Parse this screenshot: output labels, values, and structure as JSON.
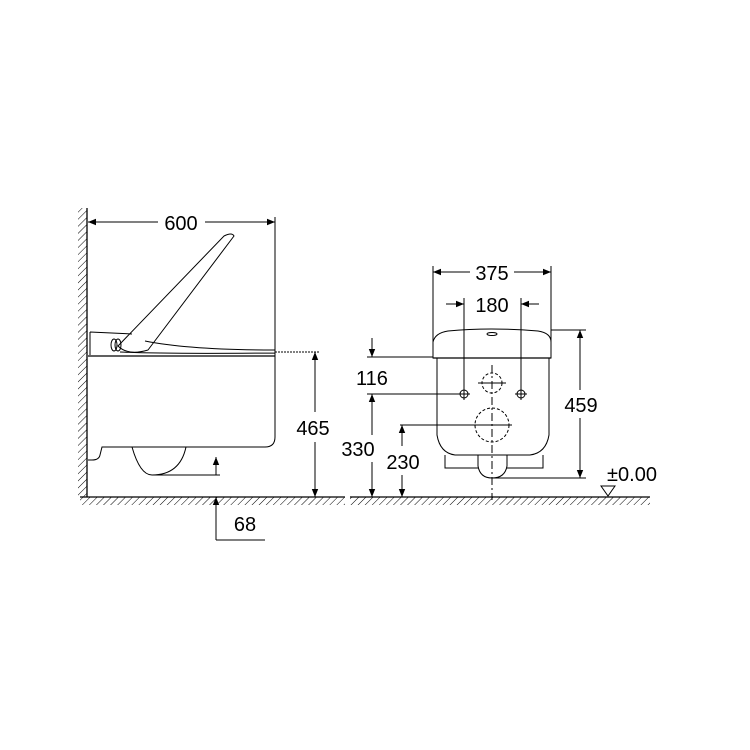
{
  "side_view": {
    "depth": "600",
    "seat_height": "465",
    "outlet_height": "68"
  },
  "front_view": {
    "width": "375",
    "fixing_spacing": "180",
    "fixing_offset": "116",
    "fixing_height": "330",
    "waste_height": "230",
    "total_height": "459",
    "floor_level": "±0.00"
  },
  "colors": {
    "line": "#000000",
    "background": "#ffffff"
  }
}
